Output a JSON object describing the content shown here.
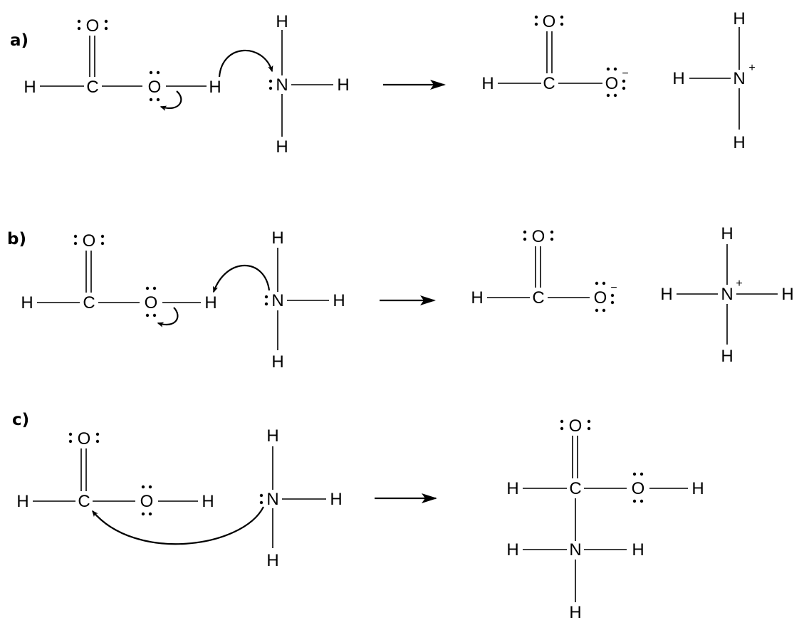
{
  "panels": [
    {
      "label": "a)",
      "atoms": {
        "h": "H",
        "c": "C",
        "o": "O",
        "n": "N"
      },
      "product_charges": {
        "anion": "−",
        "cation": "+"
      }
    },
    {
      "label": "b)",
      "atoms": {
        "h": "H",
        "c": "C",
        "o": "O",
        "n": "N"
      },
      "product_charges": {
        "anion": "−",
        "cation": "+"
      }
    },
    {
      "label": "c)",
      "atoms": {
        "h": "H",
        "c": "C",
        "o": "O",
        "n": "N"
      }
    }
  ]
}
